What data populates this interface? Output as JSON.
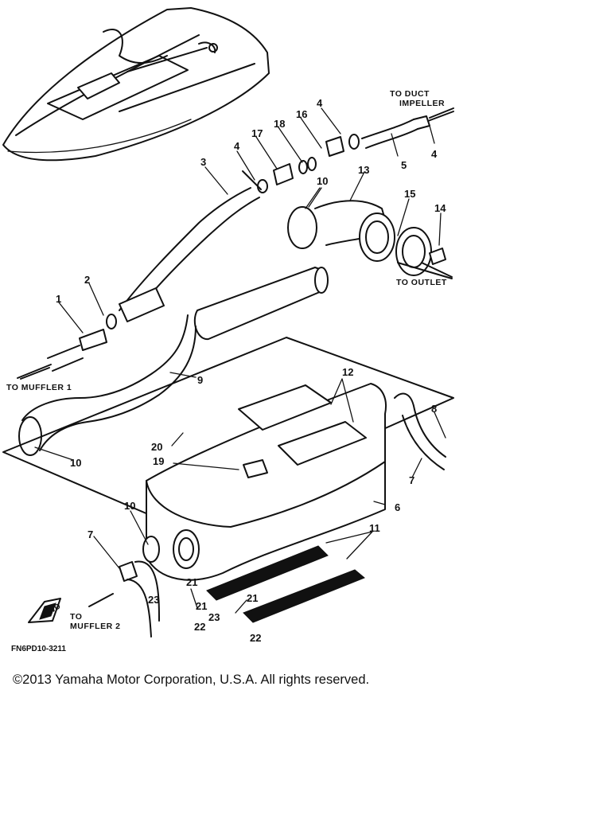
{
  "callouts": [
    "1",
    "2",
    "3",
    "4",
    "4",
    "4",
    "5",
    "6",
    "7",
    "7",
    "8",
    "9",
    "10",
    "10",
    "10",
    "11",
    "12",
    "13",
    "14",
    "15",
    "16",
    "17",
    "18",
    "19",
    "20",
    "21",
    "21",
    "21",
    "22",
    "22",
    "23",
    "23"
  ],
  "labels": {
    "to_duct_line1": "TO DUCT",
    "to_duct_line2": "IMPELLER",
    "to_outlet": "TO OUTLET",
    "to_muffler_1": "TO MUFFLER 1",
    "to_muffler_2_line1": "TO",
    "to_muffler_2_line2": "MUFFLER 2",
    "fwd": "FWD"
  },
  "figure_code": "FN6PD10-3211",
  "copyright": "©2013 Yamaha Motor Corporation, U.S.A. All rights reserved."
}
